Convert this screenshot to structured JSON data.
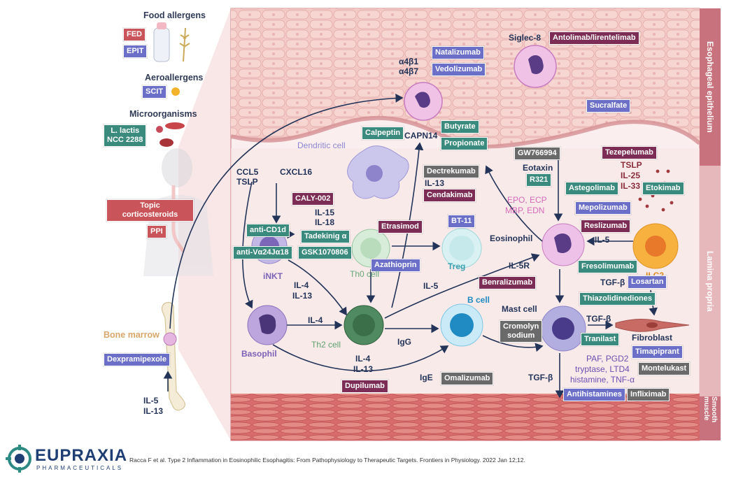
{
  "sections": {
    "food_allergens": "Food allergens",
    "aeroallergens": "Aeroallergens",
    "microorganisms": "Microorganisms",
    "bone_marrow": "Bone marrow"
  },
  "side_bands": {
    "epithelium": "Esophageal epithelium",
    "lamina_propria": "Lamina propria",
    "smooth_muscle": "Smooth muscle"
  },
  "cells": {
    "dendritic": "Dendritic cell",
    "inkt": "iNKT",
    "th0": "Th0 cell",
    "treg": "Treg",
    "th2": "Th2 cell",
    "basophil": "Basophil",
    "b_cell": "B cell",
    "eosinophil": "Eosinophil",
    "mast_cell": "Mast cell",
    "ilc2": "ILC2",
    "fibroblast": "Fibroblast"
  },
  "labels": {
    "siglec8": "Siglec-8",
    "a4b1": "α4β1",
    "a4b7": "α4β7",
    "capn14": "CAPN14",
    "ccl5": "CCL5",
    "tslp_left": "TSLP",
    "cxcl16": "CXCL16",
    "il15": "IL-15",
    "il18": "IL-18",
    "il13_dc": "IL-13",
    "eotaxin": "Eotaxin",
    "epo_ecp": "EPO, ECP",
    "mbp_edn": "MBP, EDN",
    "tslp_right": "TSLP",
    "il25": "IL-25",
    "il33": "IL-33",
    "il5_ilc2": "IL-5",
    "il5r": "IL-5R",
    "il5_th2": "IL-5",
    "il4_il13_inkt_1": "IL-4",
    "il4_il13_inkt_2": "IL-13",
    "il4_baso": "IL-4",
    "il4_th2_1": "IL-4",
    "il4_th2_2": "IL-13",
    "igg": "IgG",
    "ige": "IgE",
    "tgfb_1": "TGF-β",
    "tgfb_2": "TGF-β",
    "tgfb_3": "TGF-β",
    "mediators_1": "PAF, PGD2",
    "mediators_2": "tryptase, LTD4",
    "mediators_3": "histamine, TNF-α",
    "bm_il5": "IL-5",
    "bm_il13": "IL-13"
  },
  "drugs": {
    "fed": "FED",
    "epit": "EPIT",
    "scit": "SCIT",
    "l_lactis_1": "L. lactis",
    "l_lactis_2": "NCC 2288",
    "topic_1": "Topic",
    "topic_2": "corticosteroids",
    "ppi": "PPI",
    "dexpramipexole": "Dexpramipexole",
    "natalizumab": "Natalizumab",
    "vedolizumab": "Vedolizumab",
    "antolimab": "Antolimab/lirentelimab",
    "sucralfate": "Sucralfate",
    "calpeptin": "Calpeptin",
    "butyrate": "Butyrate",
    "propionate": "Propionate",
    "gw766994": "GW766994",
    "r321": "R321",
    "tezepelumab": "Tezepelumab",
    "dectrekumab": "Dectrekumab",
    "cendakimab": "Cendakimab",
    "astegolimab": "Astegolimab",
    "etokimab": "Etokimab",
    "caly002": "CALY-002",
    "mepolizumab": "Mepolizumab",
    "reslizumab": "Reslizumab",
    "anti_cd1d": "anti-CD1d",
    "tadekinig": "Tadekinig α",
    "etrasimod": "Etrasimod",
    "bt11": "BT-11",
    "anti_va24": "anti-Vα24Jα18",
    "gsk": "GSK1070806",
    "azathioprin": "Azathioprin",
    "fresolimumab": "Fresolimumab",
    "benralizumab": "Benralizumab",
    "losartan": "Losartan",
    "thiazolidinediones": "Thiazolidinediones",
    "cromolyn_1": "Cromolyn",
    "cromolyn_2": "sodium",
    "tranilast": "Tranilast",
    "timapiprant": "Timapiprant",
    "montelukast": "Montelukast",
    "dupilumab": "Dupilumab",
    "omalizumab": "Omalizumab",
    "antihistamines": "Antihistamines",
    "infliximab": "Infliximab"
  },
  "logo": {
    "name": "EUPRAXIA",
    "tagline": "PHARMACEUTICALS"
  },
  "citation": "Racca F et al. Type 2 Inflammation in Eosinophilic Esophagitis: From Pathophysiology to Therapeutic Targets. Frontiers in Physiology. 2022 Jan 12;12.",
  "colors": {
    "teal": "#3a8a7d",
    "purple": "#6b6fc8",
    "plum": "#7d2d55",
    "red": "#c9545a",
    "grey": "#6a6a6a",
    "band": "#c7727c"
  }
}
